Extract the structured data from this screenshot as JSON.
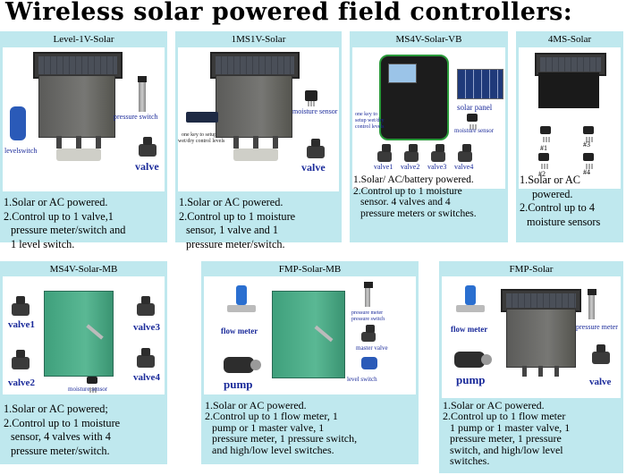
{
  "page_title": "Wireless solar powered field controllers:",
  "cards": {
    "c1": {
      "name": "Level-1V-Solar",
      "labels": {
        "pressure": "pressure switch",
        "level": "levelswitch",
        "valve": "valve"
      },
      "desc": [
        "1.Solar or AC powered.",
        "2.Control up to 1 valve,1",
        "pressure meter/switch and",
        "1 level switch."
      ]
    },
    "c2": {
      "name": "1MS1V-Solar",
      "labels": {
        "moisture": "moisture sensor",
        "key1": "one key to setup",
        "key2": "wet/dry control levels",
        "valve": "valve"
      },
      "desc": [
        "1.Solar or AC powered.",
        "2.Control up to 1 moisture",
        "sensor, 1 valve and 1",
        "pressure meter/switch."
      ]
    },
    "c3": {
      "name": "MS4V-Solar-VB",
      "labels": {
        "panel": "solar panel",
        "moisture": "moisture sensor",
        "key1": "one key to",
        "key2": "setup wet/dry",
        "key3": "control levels",
        "v1": "valve1",
        "v2": "valve2",
        "v3": "valve3",
        "v4": "valve4"
      },
      "desc": [
        "1.Solar/ AC/battery powered.",
        "2.Control up to 1 moisture",
        "sensor. 4 valves and 4",
        "pressure meters or switches."
      ]
    },
    "c4": {
      "name": "4MS-Solar",
      "labels": {
        "s1": "#1",
        "s2": "#2",
        "s3": "#3",
        "s4": "#4"
      },
      "desc": [
        "1.Solar or AC",
        "powered.",
        "2.Control up to 4",
        "moisture sensors"
      ]
    },
    "c5": {
      "name": "MS4V-Solar-MB",
      "labels": {
        "v1": "valve1",
        "v2": "valve2",
        "v3": "valve3",
        "v4": "valve4",
        "moisture": "moisture sensor"
      },
      "desc": [
        "1.Solar or AC powered;",
        "2.Control up to 1 moisture",
        "sensor, 4 valves with 4",
        "pressure meter/switch."
      ]
    },
    "c6": {
      "name": "FMP-Solar-MB",
      "labels": {
        "flow": "flow meter",
        "pump": "pump",
        "pressure1": "pressure meter",
        "pressure2": "pressure switch",
        "master": "master valve",
        "level": "level switch"
      },
      "desc": [
        "1.Solar or AC powered.",
        "2.Control up to 1 flow meter, 1",
        "pump or 1 master valve, 1",
        "pressure meter, 1 pressure switch,",
        "and high/low level switches."
      ]
    },
    "c7": {
      "name": "FMP-Solar",
      "labels": {
        "flow": "flow meter",
        "pump": "pump",
        "pressure": "pressure meter",
        "valve": "valve"
      },
      "desc": [
        "1.Solar or AC powered.",
        "2.Control up to 1 flow meter",
        "1 pump or 1 master valve, 1",
        "pressure meter, 1 pressure",
        "switch, and high/low level",
        "switches."
      ]
    }
  },
  "colors": {
    "card_bg": "#bfe8ee",
    "label_blue": "#1a2a9a"
  }
}
